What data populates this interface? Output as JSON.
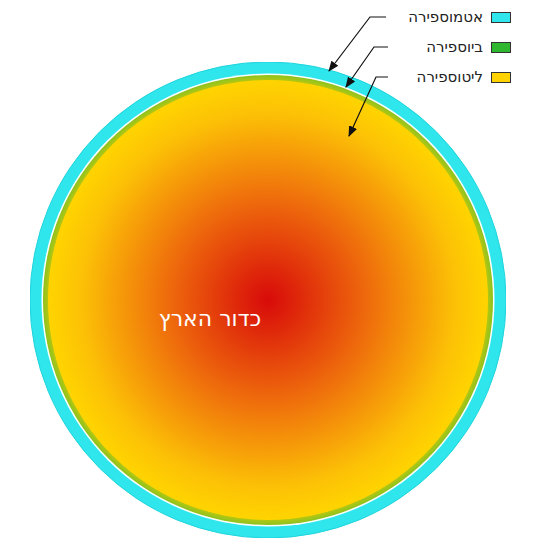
{
  "diagram": {
    "nodes": [
      {
        "text": [
          "כדור הארץ"
        ]
      }
    ],
    "legend": [
      {
        "text": "אטמוספירה",
        "color": "#2ee6ec"
      },
      {
        "text": "ביוספירה",
        "color": "#2fb82f"
      },
      {
        "text": "ליטוספירה",
        "color": "#ffd200"
      }
    ]
  }
}
